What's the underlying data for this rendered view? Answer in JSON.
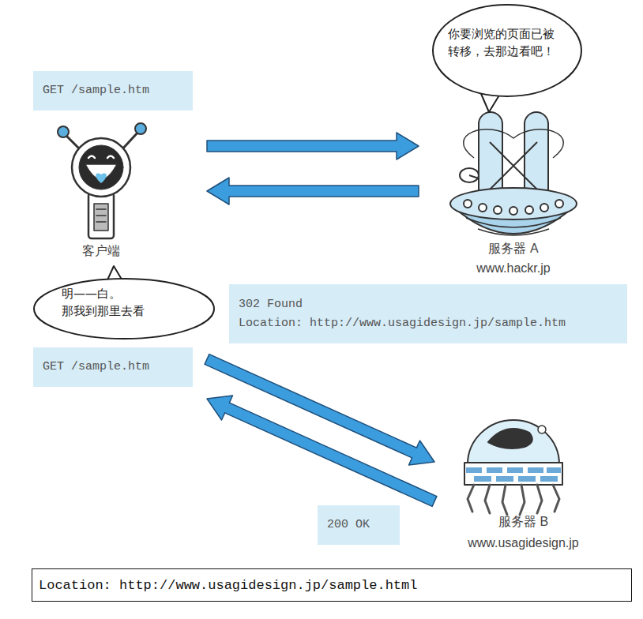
{
  "diagram": {
    "nodes": [
      {
        "text": [
          "你要浏览的页面已被 转移，去那边看吧！"
        ]
      },
      {
        "text": [
          "GET /sample.htm"
        ]
      },
      {
        "text": [
          "客户端"
        ]
      },
      {
        "text": [
          "服务器 A",
          "www.hackr.jp"
        ]
      },
      {
        "text": [
          "明——白。 那我到那里去看"
        ]
      },
      {
        "text": [
          "302 Found",
          "Location: http://www.usagidesign.jp/sample.htm"
        ]
      },
      {
        "text": [
          "GET /sample.htm"
        ]
      },
      {
        "text": [
          "200 OK"
        ]
      },
      {
        "text": [
          "服务器 B",
          "www.usagidesign.jp"
        ]
      },
      {
        "text": [
          "Location: http://www.usagidesign.jp/sample.html"
        ]
      }
    ],
    "edges": [
      {
        "from": 2,
        "to": 3,
        "arrow": "to"
      },
      {
        "from": 3,
        "to": 2,
        "arrow": "to"
      },
      {
        "from": 2,
        "to": 8,
        "arrow": "to"
      },
      {
        "from": 8,
        "to": 2,
        "arrow": "to"
      }
    ]
  }
}
